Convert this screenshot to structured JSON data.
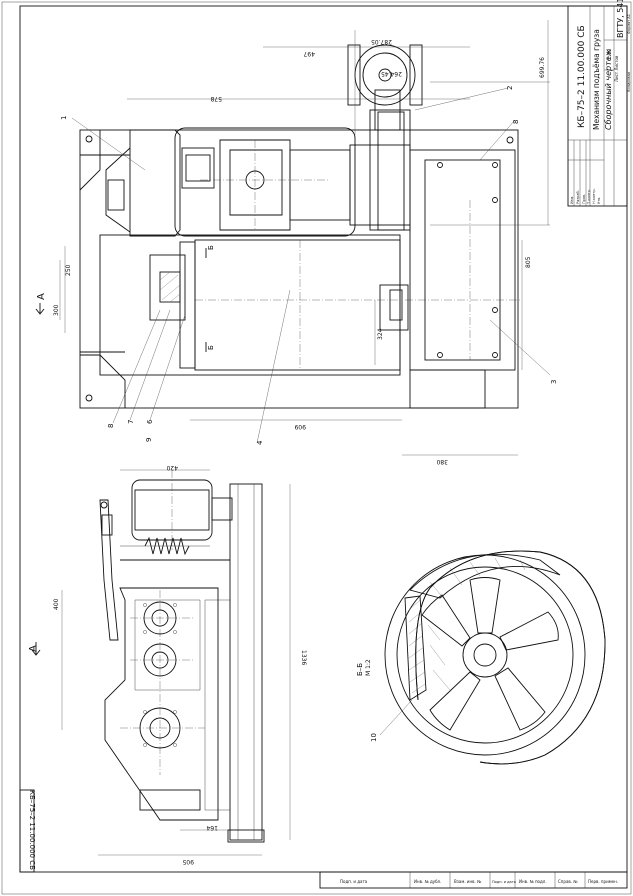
{
  "title_block": {
    "designation": "КБ–75–2 11.00.000 СБ",
    "name_line1": "Механизм подъёма груза",
    "name_line2": "Сборочный чертеж",
    "org": "ВГТУ, 541",
    "scale": "1:10",
    "sheet_info": "Лист   Листов",
    "format": "Формат  А1",
    "copied": "Копировал",
    "roles": [
      "Изм.",
      "Разраб.",
      "Пров.",
      "Т.контр.",
      "Н.контр.",
      "Утв."
    ]
  },
  "corner_stamp": "КБ–75–2 11.00.000 СБ",
  "bottom_strip": [
    "Подп. и дата",
    "Инв. № дубл.",
    "Взам. инв. №",
    "Подп. и дата",
    "Инв. № подл.",
    "Справ. №",
    "Перв. примен."
  ],
  "dimensions": {
    "d497": "497",
    "d578": "578",
    "d2870": "287.05",
    "d2646": "264.45",
    "d699": "699.76",
    "d805": "805",
    "d250": "250",
    "d300": "300",
    "d324": "324",
    "d909": "909",
    "d380": "380",
    "d420": "420",
    "d400": "400",
    "d1336": "1336",
    "d164": "164",
    "d905": "905"
  },
  "callouts": [
    "1",
    "2",
    "3",
    "4",
    "6",
    "7",
    "8",
    "8",
    "9",
    "10"
  ],
  "view_labels": {
    "a_top": "А",
    "a_side": "А",
    "b1": "Б",
    "b2": "Б",
    "section": "Б–Б",
    "section_scale": "М 1:2"
  }
}
